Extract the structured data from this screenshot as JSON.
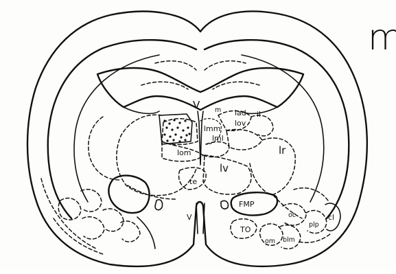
{
  "figure": {
    "panel_letter": "m",
    "labels": {
      "V_top": "V",
      "V_bottom": "V",
      "lad": "lad",
      "il": "il",
      "lov": "lov",
      "lmm": "lmm",
      "lml": "lml",
      "lom": "lom",
      "lr": "lr",
      "lv": "lv",
      "te": "te",
      "FMP": "FMP",
      "TO": "TO",
      "oc": "oc",
      "plp": "plp",
      "cl": "cl",
      "om": "om",
      "blm": "blm",
      "m_small": "m"
    }
  }
}
